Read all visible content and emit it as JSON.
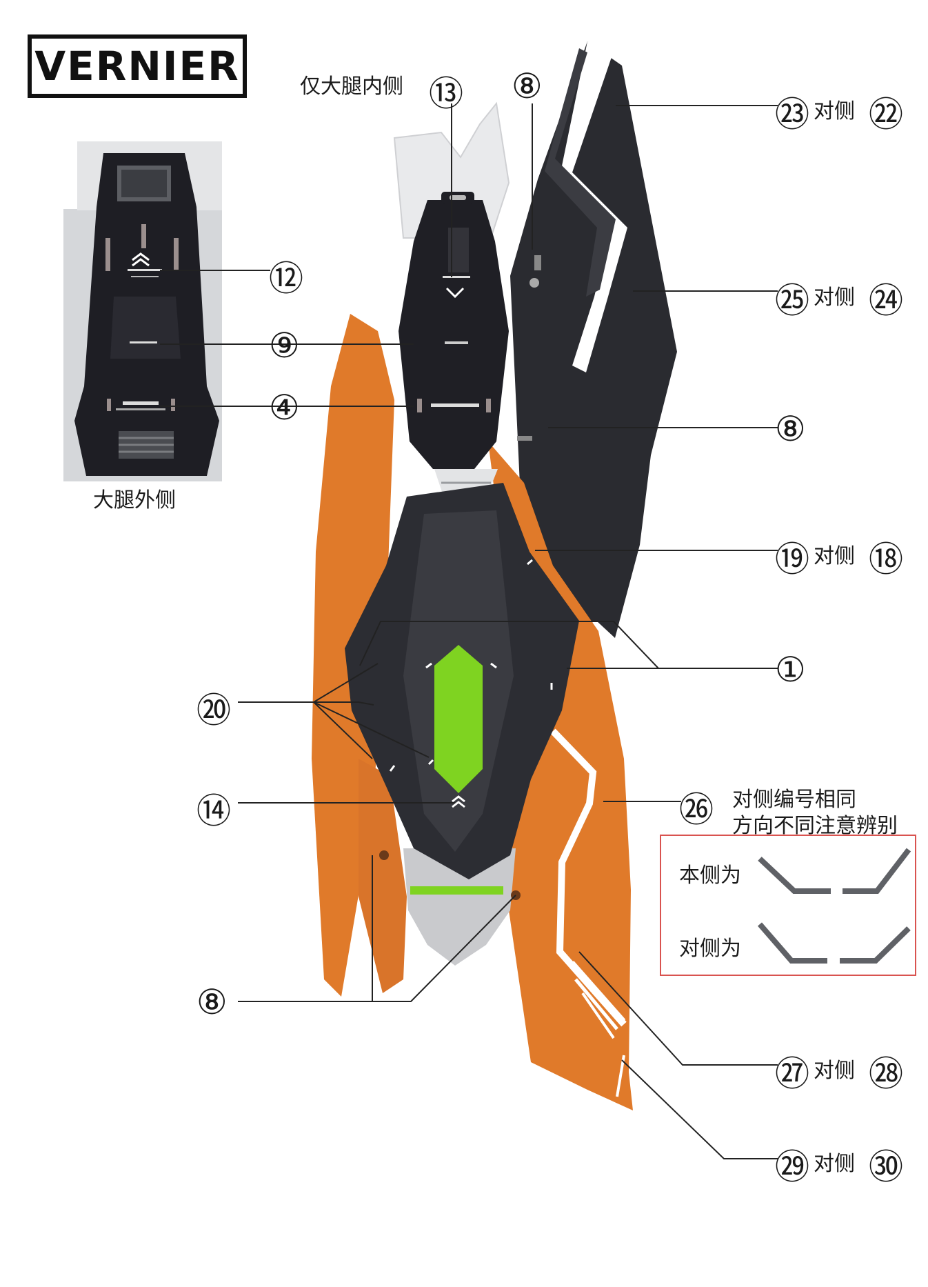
{
  "brand": "VERNIER",
  "captions": {
    "inner_thigh_only": "仅大腿内侧",
    "outer_thigh": "大腿外侧"
  },
  "callouts": {
    "c1": "①",
    "c4a": "④",
    "c8a": "⑧",
    "c8b": "⑧",
    "c8c": "⑧",
    "c9": "⑨",
    "c12": "⑫",
    "c13": "⑬",
    "c14": "⑭",
    "c18": "⑱",
    "c19": "⑲",
    "c20": "⑳",
    "c22": "㉒",
    "c23": "㉓",
    "c24": "㉔",
    "c25": "㉕",
    "c26": "㉖",
    "c27": "㉗",
    "c28": "㉘",
    "c29": "㉙",
    "c30": "㉚"
  },
  "opposite_label": "对侧",
  "note_26": {
    "line1": "对侧编号相同",
    "line2": "方向不同注意辨别"
  },
  "legend": {
    "this_side": "本侧为",
    "opposite_side": "对侧为"
  },
  "colors": {
    "orange": "#e07a2a",
    "dark": "#25252a",
    "green": "#7fd321",
    "red_border": "#d9534f"
  }
}
